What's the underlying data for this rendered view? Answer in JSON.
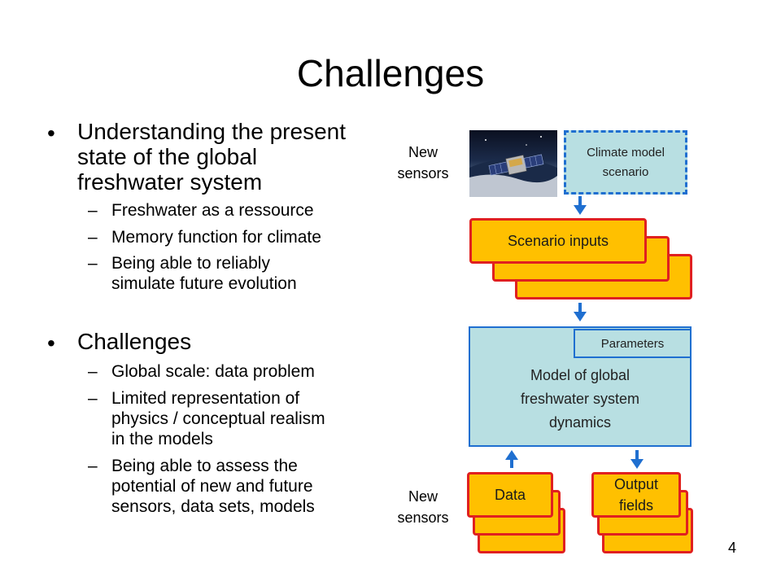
{
  "slide": {
    "title": "Challenges",
    "page_number": "4"
  },
  "bullets": [
    {
      "lines": [
        "Understanding the present",
        "state of the global",
        "freshwater system"
      ],
      "subitems": [
        {
          "lines": [
            "Freshwater as a ressource"
          ]
        },
        {
          "lines": [
            "Memory function for climate"
          ]
        },
        {
          "lines": [
            "Being able to reliably",
            "simulate future evolution"
          ]
        }
      ]
    },
    {
      "lines": [
        "Challenges"
      ],
      "subitems": [
        {
          "lines": [
            "Global scale: data problem"
          ]
        },
        {
          "lines": [
            "Limited representation of",
            "physics / conceptual realism",
            "in the models"
          ]
        },
        {
          "lines": [
            "Being able to assess the",
            "potential of new and future",
            "sensors, data sets, models"
          ]
        }
      ]
    }
  ],
  "diagram": {
    "top_side_label": [
      "New",
      "sensors"
    ],
    "bottom_side_label": [
      "New",
      "sensors"
    ],
    "climate_box": [
      "Climate model",
      "scenario"
    ],
    "scenario_inputs": "Scenario inputs",
    "parameters": "Parameters",
    "model_box": [
      "Model of global",
      "freshwater system",
      "dynamics"
    ],
    "data_box": "Data",
    "output_box": [
      "Output",
      "fields"
    ],
    "colors": {
      "stack_fill": "#ffc000",
      "stack_border": "#e02020",
      "model_fill": "#b8dfe2",
      "model_border": "#1f6fd0",
      "arrow": "#1f6fd0"
    }
  }
}
